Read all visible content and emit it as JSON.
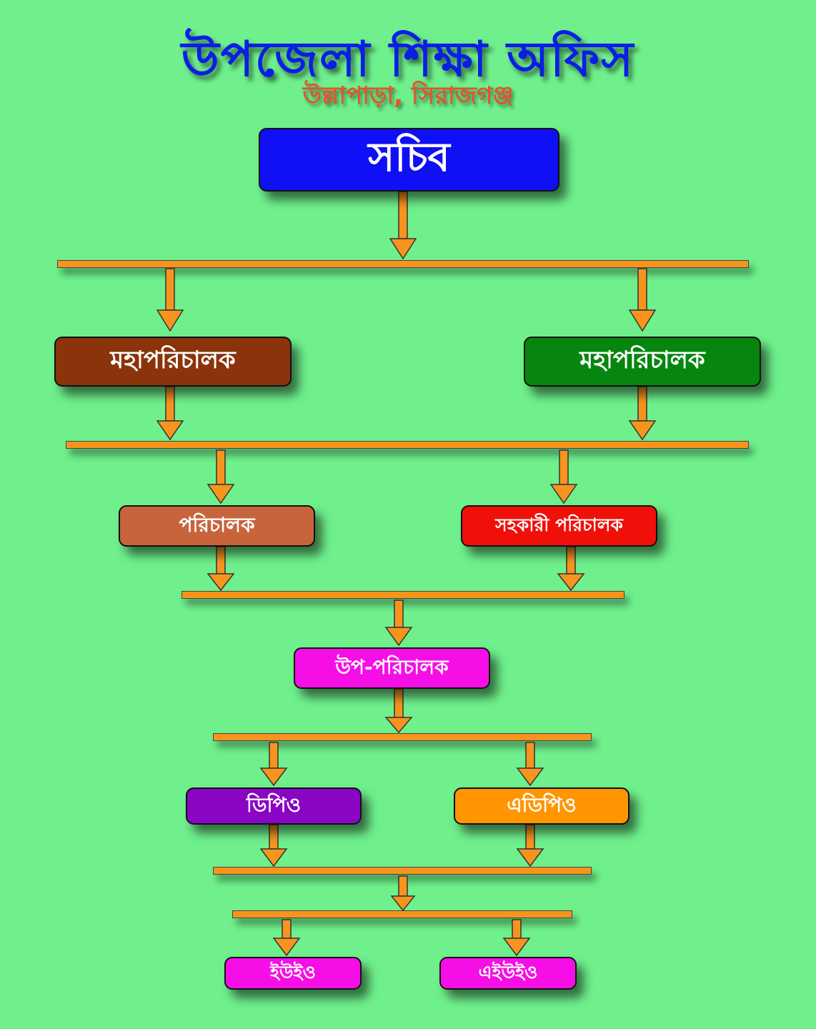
{
  "header": {
    "title": "উপজেলা শিক্ষা অফিস",
    "subtitle": "উল্লাপাড়া, সিরাজগঞ্জ"
  },
  "nodes": {
    "secretary": {
      "label": "সচিব",
      "color": "#0f10f5"
    },
    "director_general_left": {
      "label": "মহাপরিচালক",
      "color": "#8b330b"
    },
    "director_general_right": {
      "label": "মহাপরিচালক",
      "color": "#07860f"
    },
    "director": {
      "label": "পরিচালক",
      "color": "#c8643c"
    },
    "assistant_director": {
      "label": "সহকারী পরিচালক",
      "color": "#f0100a"
    },
    "deputy_director": {
      "label": "উপ-পরিচালক",
      "color": "#f50fe6"
    },
    "dpo": {
      "label": "ডিপিও",
      "color": "#8a05c4"
    },
    "adpo": {
      "label": "এডিপিও",
      "color": "#ff9500"
    },
    "ueo": {
      "label": "ইউইও",
      "color": "#f50fe6"
    },
    "aueo": {
      "label": "এইউইও",
      "color": "#f50fe6"
    }
  },
  "connector_color": "#f7941d"
}
